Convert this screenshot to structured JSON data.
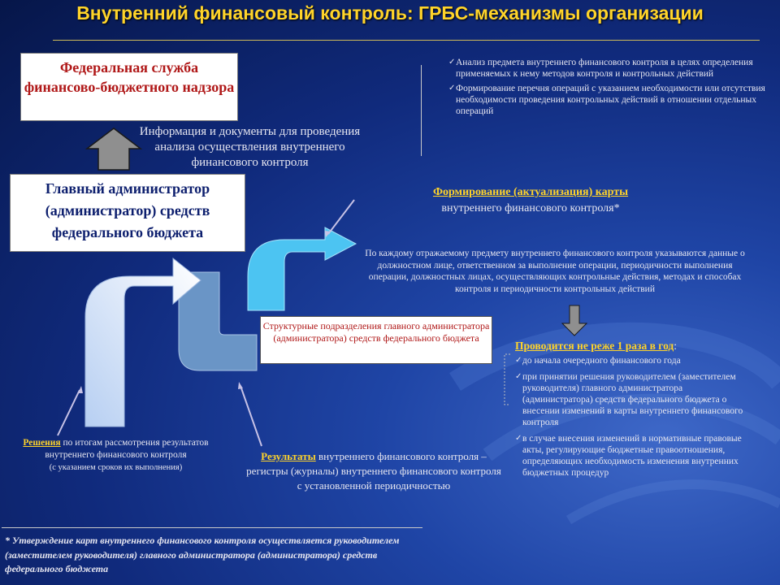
{
  "title": "Внутренний финансовый контроль: ГРБС-механизмы организации",
  "fed_service": "Федеральная служба финансово-бюджетного надзора",
  "info_docs": "Информация и документы для проведения анализа осуществления внутреннего финансового контроля",
  "top_right_bullets": [
    "Анализ предмета внутреннего финансового контроля в целях определения применяемых к нему методов контроля и контрольных действий",
    "Формирование перечня операций с указанием необходимости или отсутствия необходимости проведения контрольных действий в отношении отдельных операций"
  ],
  "main_admin": "Главный администратор (администратор) средств федерального бюджета",
  "map_title_link": "Формирование (актуализация) карты",
  "map_title_rest": "внутреннего финансового контроля*",
  "map_description": "По каждому отражаемому предмету внутреннего финансового контроля указываются данные о должностном лице, ответственном за выполнение операции, периодичности выполнения операции, должностных лицах, осуществляющих контрольные действия, методах и способах контроля и периодичности контрольных действий",
  "struct_units": "Структурные подразделения главного администратора (администратора) средств федерального бюджета",
  "frequency_title": "Проводится не реже 1 раза в год",
  "frequency_colon": ":",
  "frequency_bullets": [
    "до начала очередного финансового года",
    "при принятии решения руководителем (заместителем руководителя) главного администратора (администратора) средств федерального бюджета о внесении изменений в карты внутреннего финансового контроля",
    "в случае внесения изменений в нормативные правовые акты, регулирующие бюджетные правоотношения, определяющих необходимость изменения внутренних бюджетных процедур"
  ],
  "decisions_link": "Решения",
  "decisions_rest": " по итогам рассмотрения результатов внутреннего финансового контроля",
  "decisions_note": "(с указанием сроков их выполнения)",
  "results_link": "Результаты",
  "results_rest": " внутреннего финансового контроля – регистры (журналы) внутреннего финансового контроля с установленной периодичностью",
  "footnote": "* Утверждение карт внутреннего финансового контроля осуществляется руководителем (заместителем руководителя) главного администратора (администратора) средств федерального бюджета",
  "colors": {
    "title": "#ffd42a",
    "box_text_red": "#b01818",
    "box_text_blue": "#0d1f6e",
    "arrow_light_blue": "#4cc4f2",
    "arrow_steel_blue": "#6a95c6",
    "arrow_white": "#f0f4fb"
  }
}
